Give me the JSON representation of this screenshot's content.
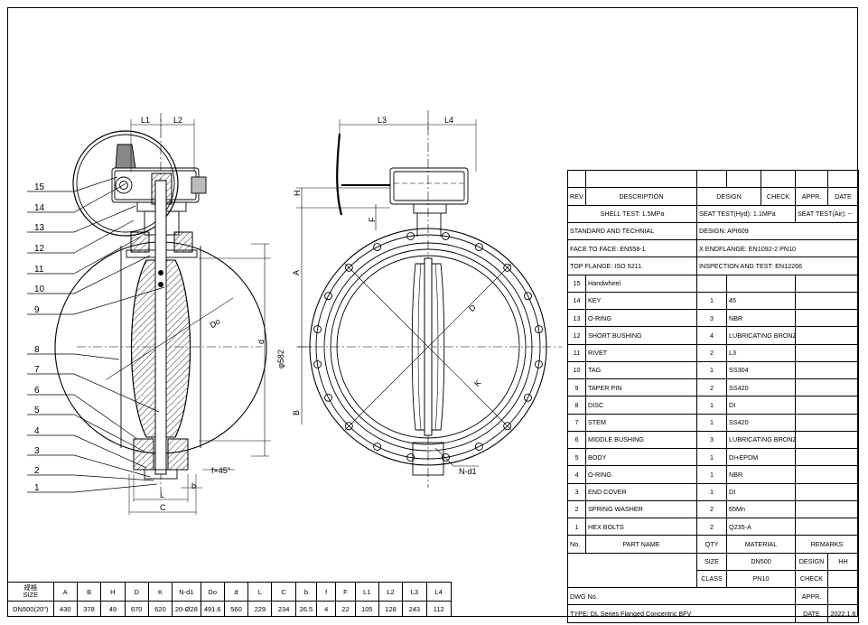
{
  "balloons": [
    "15",
    "14",
    "13",
    "12",
    "11",
    "10",
    "9",
    "8",
    "7",
    "6",
    "5",
    "4",
    "3",
    "2",
    "1"
  ],
  "dims": {
    "L1": "L1",
    "L2": "L2",
    "L3": "L3",
    "L4": "L4",
    "H": "H",
    "F": "F",
    "A": "A",
    "B": "B",
    "Do": "Do",
    "d": "d",
    "phi582": "φ582",
    "L": "L",
    "C": "C",
    "b": "b",
    "fx45": "f×45°",
    "D": "D",
    "K": "K",
    "Nd1": "N-d1"
  },
  "title_block": {
    "head": [
      "REV.",
      "DESCRIPTION",
      "DESIGN",
      "CHECK",
      "APPR.",
      "DATE"
    ],
    "shell_test": "SHELL TEST: 1.5MPa",
    "seat_test_hyd": "SEAT TEST(Hyd): 1.1MPa",
    "seat_test_air": "SEAT TEST(Air): --",
    "standard": "STANDARD AND TECHNIAL",
    "design": "DESIGN: API609",
    "face_to_face": "FACE TO FACE: EN558-1",
    "end_flange": "X ENDFLANGE: EN1092-2 PN10",
    "top_flange": "TOP FLANGE: ISO 5211.",
    "inspection": "INSPECTION AND TEST: EN12266",
    "parts": [
      {
        "no": "15",
        "name": "Handwheel",
        "qty": "",
        "material": ""
      },
      {
        "no": "14",
        "name": "KEY",
        "qty": "1",
        "material": "45"
      },
      {
        "no": "13",
        "name": "O-RING",
        "qty": "3",
        "material": "NBR"
      },
      {
        "no": "12",
        "name": "SHORT BUSHING",
        "qty": "4",
        "material": "LUBRICATING BRONZE"
      },
      {
        "no": "11",
        "name": "RIVET",
        "qty": "2",
        "material": "L3"
      },
      {
        "no": "10",
        "name": "TAG",
        "qty": "1",
        "material": "SS304"
      },
      {
        "no": "9",
        "name": "TAPER PIN",
        "qty": "2",
        "material": "SS420"
      },
      {
        "no": "8",
        "name": "DISC",
        "qty": "1",
        "material": "DI"
      },
      {
        "no": "7",
        "name": "STEM",
        "qty": "1",
        "material": "SS420"
      },
      {
        "no": "6",
        "name": "MIDDLE BUSHING",
        "qty": "3",
        "material": "LUBRICATING BRONZE"
      },
      {
        "no": "5",
        "name": "BODY",
        "qty": "1",
        "material": "DI+EPDM"
      },
      {
        "no": "4",
        "name": "O-RING",
        "qty": "1",
        "material": "NBR"
      },
      {
        "no": "3",
        "name": "END COVER",
        "qty": "1",
        "material": "DI"
      },
      {
        "no": "2",
        "name": "SPRING WASHER",
        "qty": "2",
        "material": "65Mn"
      },
      {
        "no": "1",
        "name": "HEX BOLTS",
        "qty": "2",
        "material": "Q235-A"
      }
    ],
    "parts_head": [
      "No.",
      "PART NAME",
      "QTY",
      "MATERIAL",
      "REMARKS"
    ],
    "size_label": "SIZE",
    "size_value": "DN500",
    "design_label": "DESIGN",
    "design_value": "HH",
    "class_label": "CLASS",
    "class_value": "PN10",
    "check_label": "CHECK",
    "dwg_no": "DWG No.",
    "appr_label": "APPR.",
    "type": "TYPE:  DL Series Flanged Concentric BFV",
    "date_label": "DATE",
    "date_value": "2022.1.6"
  },
  "spec_table": {
    "corner_top": "规格",
    "corner_bottom": "SIZE",
    "headers": [
      "A",
      "B",
      "H",
      "D",
      "K",
      "N-d1",
      "Do",
      "d",
      "L",
      "C",
      "b",
      "f",
      "F",
      "L1",
      "L2",
      "L3",
      "L4"
    ],
    "row_label": "DN500(20\")",
    "values": [
      "430",
      "378",
      "49",
      "670",
      "620",
      "20-Ø28",
      "491.6",
      "560",
      "229",
      "234",
      "26.5",
      "4",
      "22",
      "105",
      "128",
      "243",
      "112"
    ]
  }
}
